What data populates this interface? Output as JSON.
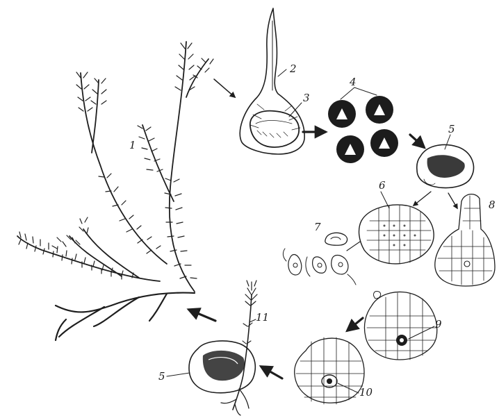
{
  "figure": {
    "ink_color": "#1e1e1e",
    "paper_color": "#ffffff",
    "labels": {
      "plant": "1",
      "sporophyll": "2",
      "sporangium": "3",
      "spores": "4",
      "prothallus_top": "5",
      "antheridium_section": "6",
      "sperm": "7",
      "archegonium_neck": "8",
      "archegonium_egg": "9",
      "embryo": "10",
      "young_sporophyte": "11",
      "prothallus_bottom": "5"
    }
  }
}
